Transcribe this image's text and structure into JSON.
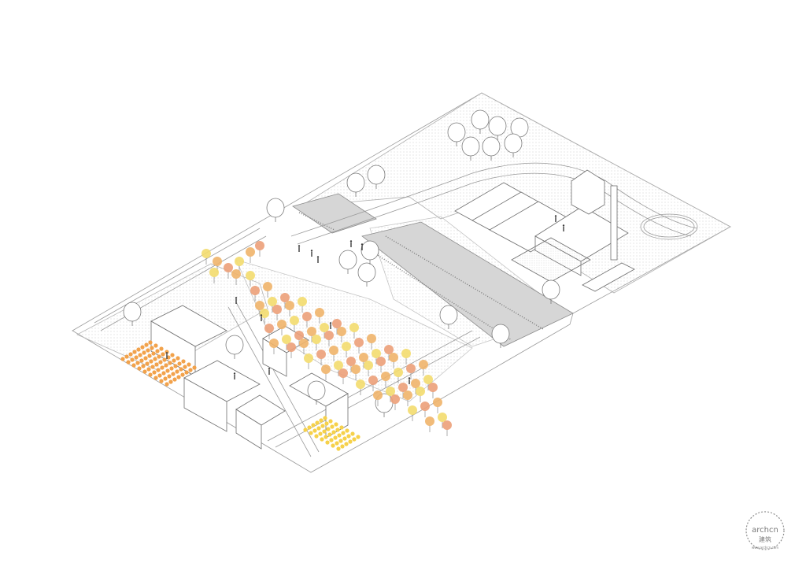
{
  "drawing": {
    "style": "isometric site plan drawing",
    "palette": {
      "line": "#8a8a8a",
      "dark_line": "#4a4a4a",
      "paper": "#ffffff",
      "hatch": "#d9d9d9",
      "water": "#d5d5d5",
      "tree_yellow": "#f3dc6e",
      "tree_orange": "#f0b46a",
      "tree_salmon": "#eca079",
      "crop_orange": "#f2a24b",
      "crop_yellow": "#f6d14a"
    },
    "icons": [
      "deciduous-tree-icon",
      "autumn-tree-icon",
      "person-icon",
      "crop-plant-icon",
      "chimney-icon",
      "roundabout-icon"
    ]
  },
  "watermark": {
    "logo_text": "archcn",
    "chinese_text": "建筑",
    "url_text": "www.archcn.com"
  }
}
